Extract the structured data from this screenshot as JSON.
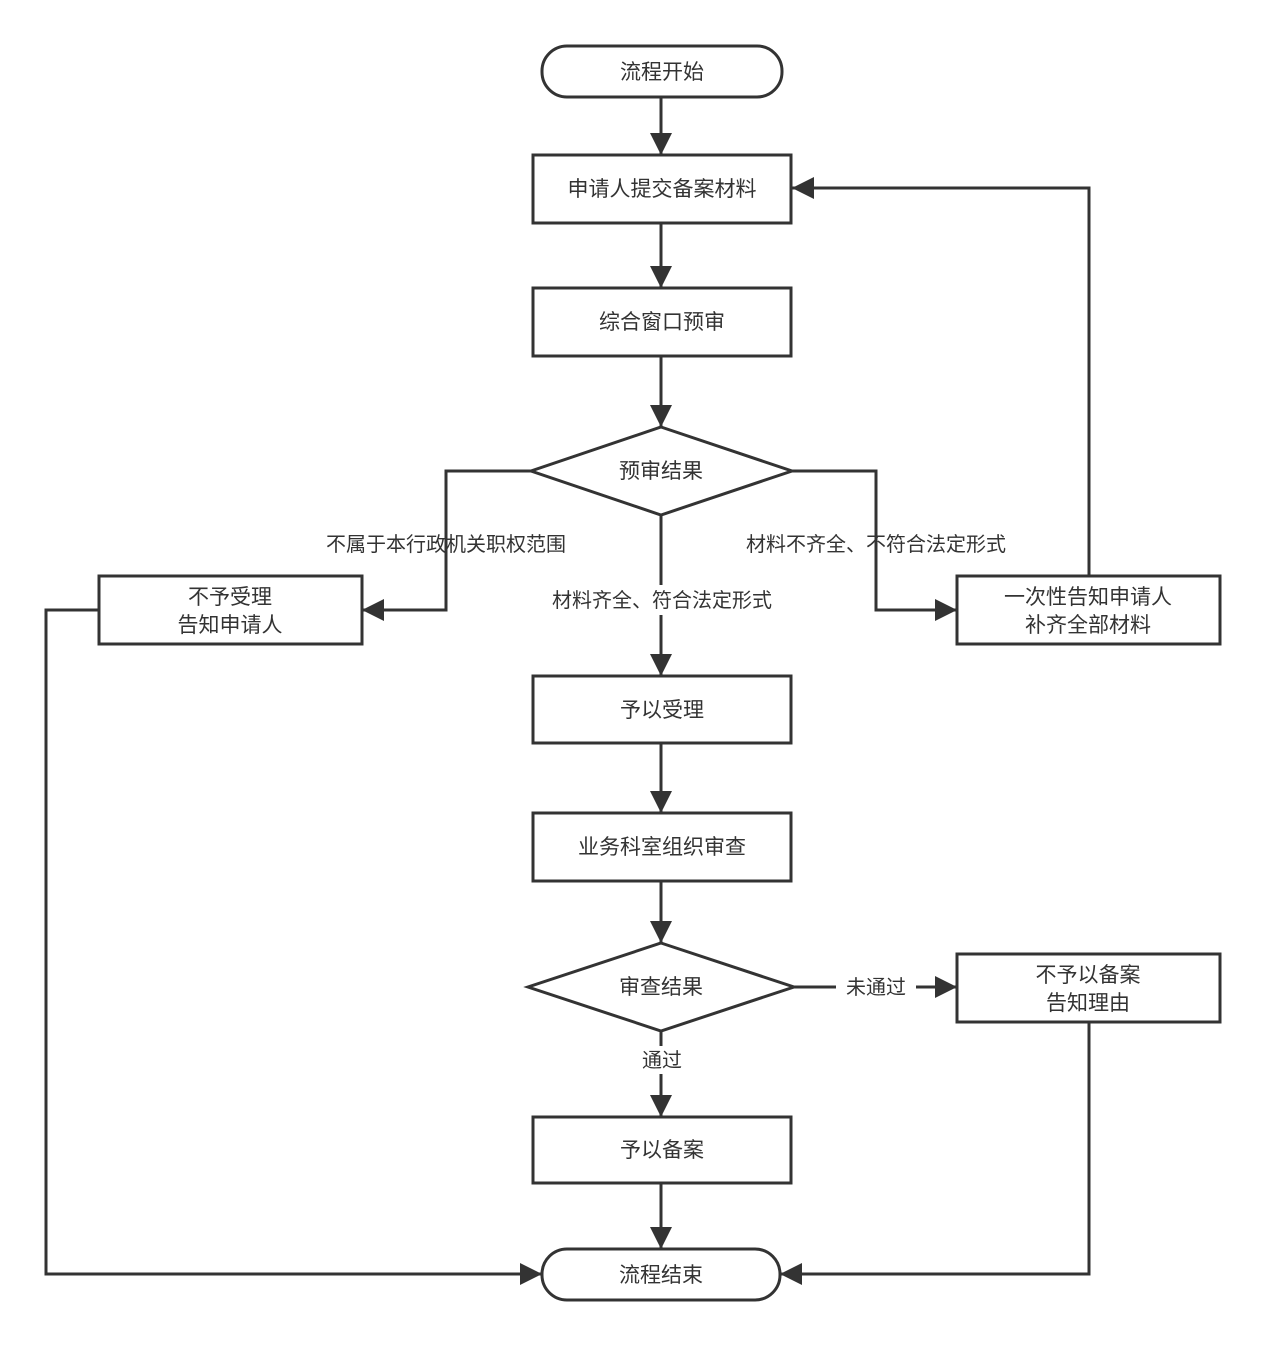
{
  "nodes": {
    "start": "流程开始",
    "submit": "申请人提交备案材料",
    "prereview": "综合窗口预审",
    "prereview_result": "预审结果",
    "reject_line1": "不予受理",
    "reject_line2": "告知申请人",
    "notify_line1": "一次性告知申请人",
    "notify_line2": "补齐全部材料",
    "accept": "予以受理",
    "review": "业务科室组织审查",
    "review_result": "审查结果",
    "norecord_line1": "不予以备案",
    "norecord_line2": "告知理由",
    "record": "予以备案",
    "end": "流程结束"
  },
  "edges": {
    "out_of_scope": "不属于本行政机关职权范围",
    "incomplete": "材料不齐全、不符合法定形式",
    "complete": "材料齐全、符合法定形式",
    "failed": "未通过",
    "passed": "通过"
  }
}
